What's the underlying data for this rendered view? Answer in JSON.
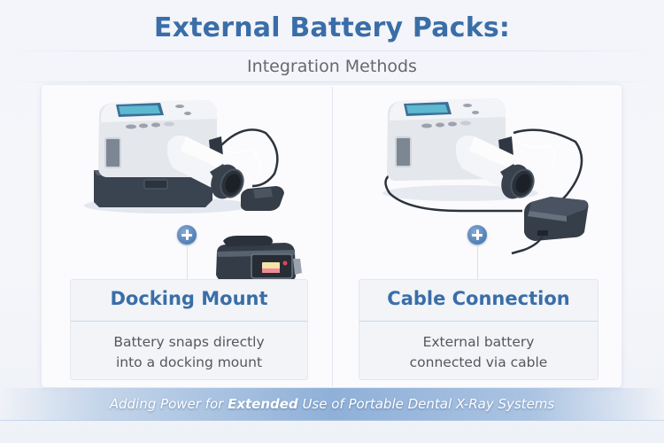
{
  "header": {
    "title": "External Battery Packs:",
    "subtitle": "Integration Methods"
  },
  "methods": [
    {
      "title": "Docking Mount",
      "description_line1": "Battery snaps directly",
      "description_line2": "into a docking mount",
      "illustration": "portable-xray-device-on-docking-battery-base",
      "accessory": "snap-in-battery-pack"
    },
    {
      "title": "Cable Connection",
      "description_line1": "External battery",
      "description_line2": "connected via cable",
      "illustration": "portable-xray-device-with-cable",
      "accessory": "external-battery-box-with-cable"
    }
  ],
  "footer": {
    "banner_prefix": "Adding Power for ",
    "banner_emphasis": "Extended",
    "banner_suffix": " Use of Portable Dental X-Ray Systems"
  },
  "colors": {
    "accent_blue": "#3a6ea8",
    "banner_blue": "#8fb0d8",
    "text_gray": "#55575c",
    "background": "#f4f6fa"
  }
}
